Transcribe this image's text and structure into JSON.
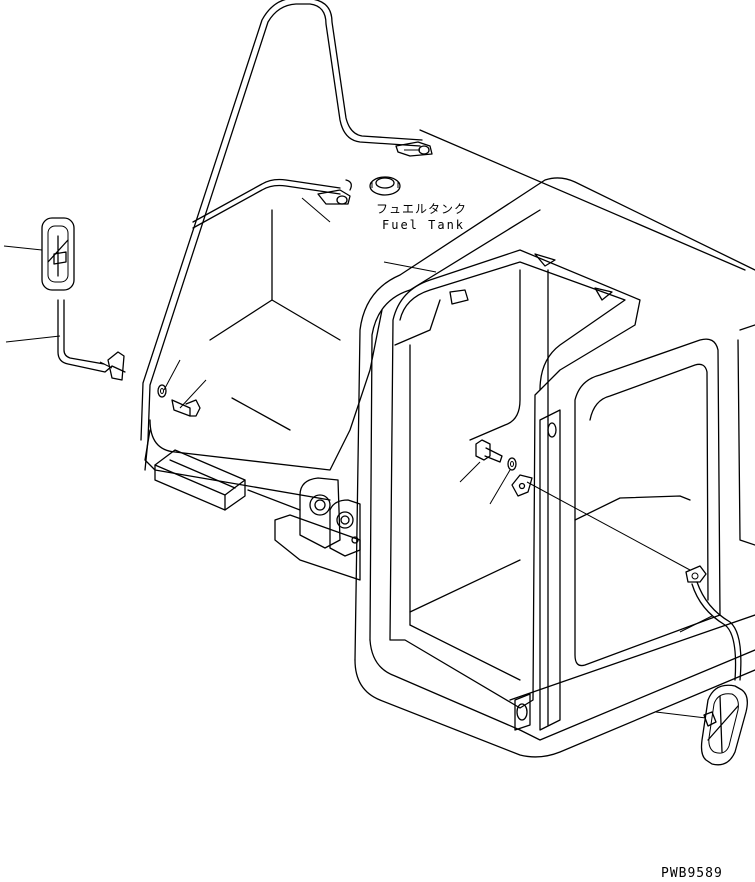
{
  "labels": {
    "fuel_tank_jp": "フュエルタンク",
    "fuel_tank_en": "Fuel Tank",
    "drawing_code": "PWB9589"
  }
}
